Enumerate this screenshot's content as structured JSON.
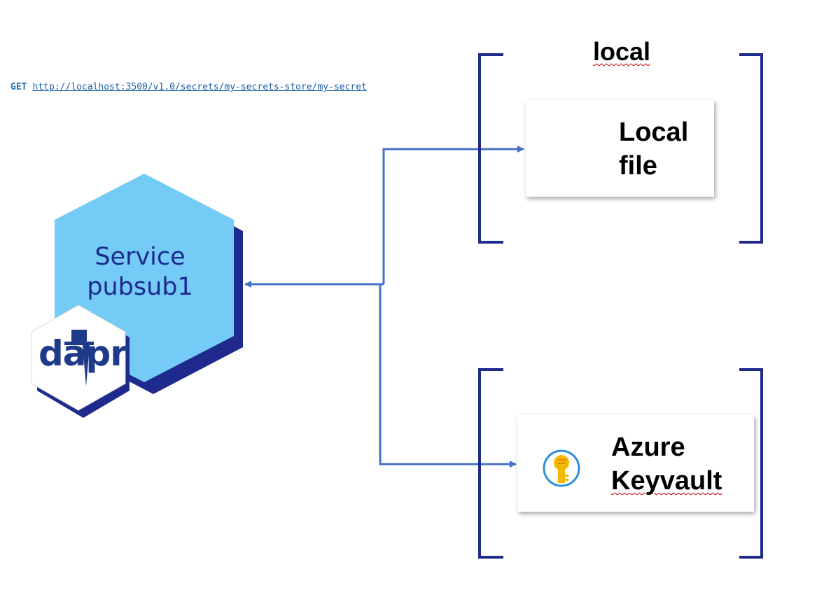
{
  "request": {
    "method": "GET",
    "url": "http://localhost:3500/v1.0/secrets/my-secrets-store/my-secret"
  },
  "service": {
    "line1": "Service",
    "line2": "pubsub1",
    "logo_text": "dapr"
  },
  "environments": [
    {
      "title": "local",
      "store_line1": "Local",
      "store_line2": "file"
    },
    {
      "title": "",
      "store_line1": "Azure",
      "store_line2": "Keyvault",
      "icon": "key-icon"
    }
  ],
  "colors": {
    "bracket": "#1f2a8a",
    "connector": "#4472c4",
    "hexagon_fill": "#74cbf5",
    "hexagon_shadow": "#1e2a8e",
    "service_text": "#1c2a8e",
    "dapr_text": "#1e3a8a",
    "key_gold": "#f5b800",
    "key_ring": "#2f8ed6"
  }
}
